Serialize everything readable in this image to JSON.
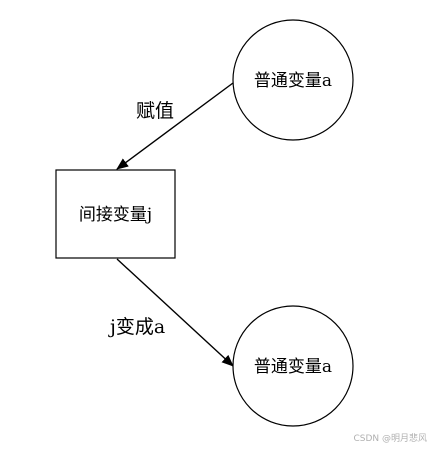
{
  "nodes": {
    "top_circle": {
      "label": "普通变量a",
      "shape": "circle"
    },
    "middle_box": {
      "label": "间接变量j",
      "shape": "rectangle"
    },
    "bottom_circle": {
      "label": "普通变量a",
      "shape": "circle"
    }
  },
  "edges": {
    "assign": {
      "label": "赋值",
      "from": "top_circle",
      "to": "middle_box"
    },
    "becomes": {
      "label": "j变成a",
      "from": "middle_box",
      "to": "bottom_circle"
    }
  },
  "watermark": {
    "text": "CSDN @明月悲风"
  },
  "colors": {
    "stroke": "#000000",
    "background": "#ffffff",
    "watermark": "#b0b0b0"
  }
}
